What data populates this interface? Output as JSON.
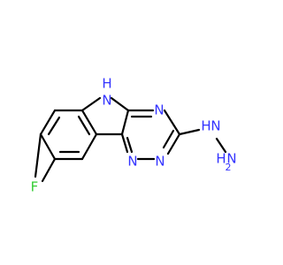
{
  "molecule": {
    "atoms": {
      "F": {
        "label": "F",
        "color": "#33CC33"
      },
      "indole_NH": {
        "label": "H",
        "color": "#3333FF"
      },
      "N_top": {
        "label": "N",
        "color": "#3333FF"
      },
      "N_hydrazine": {
        "label": "N",
        "color": "#3333FF"
      },
      "H_hydrazine": {
        "label": "H",
        "color": "#3333FF"
      },
      "N_terminal": {
        "label": "N",
        "color": "#3333FF"
      },
      "H2_hydrazine": {
        "label": "H",
        "color": "#3333FF"
      },
      "H2_sub": {
        "label": "2",
        "color": "#3333FF"
      },
      "N_bottom_left": {
        "label": "N",
        "color": "#3333FF"
      },
      "N_bottom_right": {
        "label": "N",
        "color": "#3333FF"
      },
      "indole_N": {
        "label": "N",
        "color": "#3333FF"
      }
    },
    "bond_color": "#000000"
  }
}
